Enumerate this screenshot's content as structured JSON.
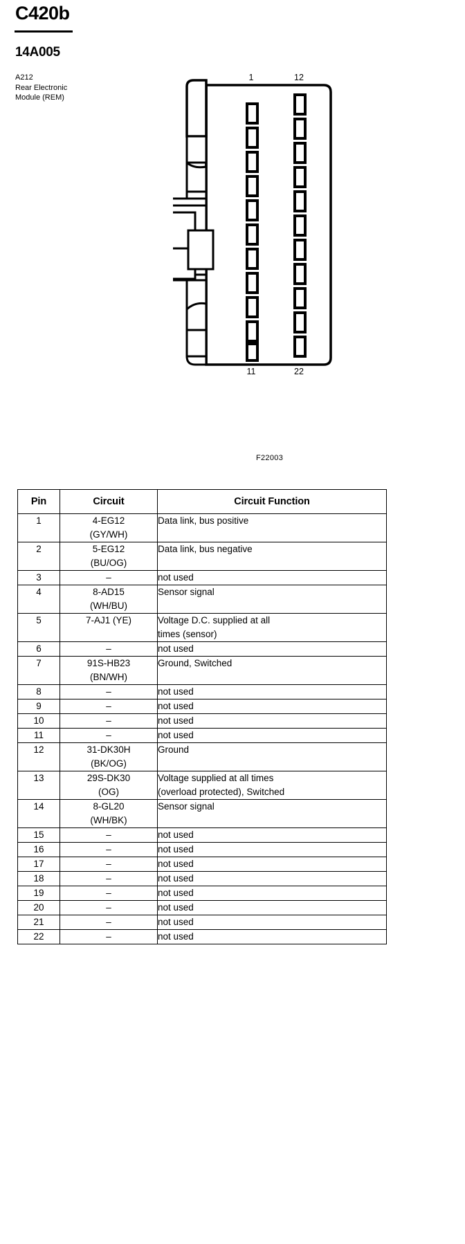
{
  "header": {
    "title": "C420b",
    "part_number": "14A005",
    "component_code": "A212",
    "component_name_line1": "Rear Electronic",
    "component_name_line2": "Module (REM)"
  },
  "diagram": {
    "top_left_pin": "1",
    "top_right_pin": "12",
    "bottom_left_pin": "11",
    "bottom_right_pin": "22",
    "figure_code": "F22003",
    "cavity_rows": 11,
    "cavity_columns": 2,
    "stroke_color": "#000000",
    "fill_color": "#ffffff"
  },
  "table": {
    "columns": [
      "Pin",
      "Circuit",
      "Circuit Function"
    ],
    "rows": [
      {
        "pin": "1",
        "circuit_line1": "4-EG12",
        "circuit_line2": "(GY/WH)",
        "function_line1": "Data link, bus positive",
        "function_line2": ""
      },
      {
        "pin": "2",
        "circuit_line1": "5-EG12",
        "circuit_line2": "(BU/OG)",
        "function_line1": "Data link, bus negative",
        "function_line2": ""
      },
      {
        "pin": "3",
        "circuit_line1": "–",
        "circuit_line2": "",
        "function_line1": "not used",
        "function_line2": ""
      },
      {
        "pin": "4",
        "circuit_line1": "8-AD15",
        "circuit_line2": "(WH/BU)",
        "function_line1": "Sensor signal",
        "function_line2": ""
      },
      {
        "pin": "5",
        "circuit_line1": "7-AJ1 (YE)",
        "circuit_line2": "",
        "function_line1": "Voltage D.C. supplied at all",
        "function_line2": "times (sensor)"
      },
      {
        "pin": "6",
        "circuit_line1": "–",
        "circuit_line2": "",
        "function_line1": "not used",
        "function_line2": ""
      },
      {
        "pin": "7",
        "circuit_line1": "91S-HB23",
        "circuit_line2": "(BN/WH)",
        "function_line1": "Ground, Switched",
        "function_line2": ""
      },
      {
        "pin": "8",
        "circuit_line1": "–",
        "circuit_line2": "",
        "function_line1": "not used",
        "function_line2": ""
      },
      {
        "pin": "9",
        "circuit_line1": "–",
        "circuit_line2": "",
        "function_line1": "not used",
        "function_line2": ""
      },
      {
        "pin": "10",
        "circuit_line1": "–",
        "circuit_line2": "",
        "function_line1": "not used",
        "function_line2": ""
      },
      {
        "pin": "11",
        "circuit_line1": "–",
        "circuit_line2": "",
        "function_line1": "not used",
        "function_line2": ""
      },
      {
        "pin": "12",
        "circuit_line1": "31-DK30H",
        "circuit_line2": "(BK/OG)",
        "function_line1": "Ground",
        "function_line2": ""
      },
      {
        "pin": "13",
        "circuit_line1": "29S-DK30",
        "circuit_line2": "(OG)",
        "function_line1": "Voltage supplied at all times",
        "function_line2": "(overload protected), Switched"
      },
      {
        "pin": "14",
        "circuit_line1": "8-GL20",
        "circuit_line2": "(WH/BK)",
        "function_line1": "Sensor signal",
        "function_line2": ""
      },
      {
        "pin": "15",
        "circuit_line1": "–",
        "circuit_line2": "",
        "function_line1": "not used",
        "function_line2": ""
      },
      {
        "pin": "16",
        "circuit_line1": "–",
        "circuit_line2": "",
        "function_line1": "not used",
        "function_line2": ""
      },
      {
        "pin": "17",
        "circuit_line1": "–",
        "circuit_line2": "",
        "function_line1": "not used",
        "function_line2": ""
      },
      {
        "pin": "18",
        "circuit_line1": "–",
        "circuit_line2": "",
        "function_line1": "not used",
        "function_line2": ""
      },
      {
        "pin": "19",
        "circuit_line1": "–",
        "circuit_line2": "",
        "function_line1": "not used",
        "function_line2": ""
      },
      {
        "pin": "20",
        "circuit_line1": "–",
        "circuit_line2": "",
        "function_line1": "not used",
        "function_line2": ""
      },
      {
        "pin": "21",
        "circuit_line1": "–",
        "circuit_line2": "",
        "function_line1": "not used",
        "function_line2": ""
      },
      {
        "pin": "22",
        "circuit_line1": "–",
        "circuit_line2": "",
        "function_line1": "not used",
        "function_line2": ""
      }
    ]
  }
}
